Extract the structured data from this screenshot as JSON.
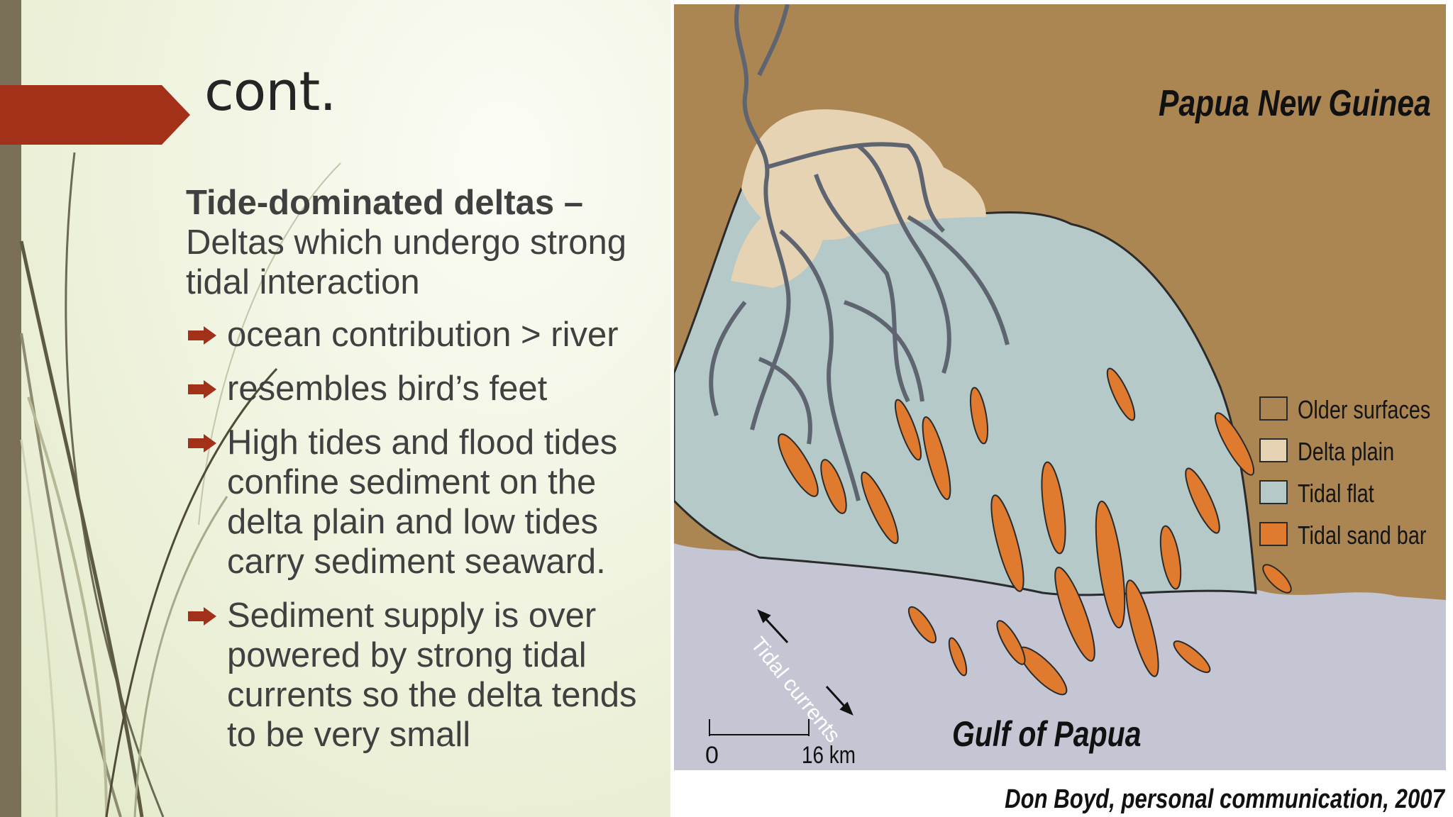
{
  "slide": {
    "title": "cont.",
    "intro": {
      "heading": "Tide-dominated deltas –",
      "text": "Deltas which undergo strong tidal interaction"
    },
    "bullets": [
      "ocean contribution > river",
      "resembles bird’s feet",
      "High tides and flood tides confine sediment on the delta plain and low tides carry sediment seaward.",
      "Sediment supply is over powered by strong tidal currents so the delta tends to be very small"
    ],
    "accent_color": "#a33018",
    "text_color": "#404040"
  },
  "map": {
    "region_label": "Papua New Guinea",
    "sea_label": "Gulf of Papua",
    "current_label": "Tidal currents",
    "scale": {
      "start": "0",
      "end": "16 km"
    },
    "legend": [
      {
        "label": "Older surfaces",
        "color": "#ab8653"
      },
      {
        "label": "Delta plain",
        "color": "#e6d3b3"
      },
      {
        "label": "Tidal flat",
        "color": "#b5c9c9"
      },
      {
        "label": "Tidal sand bar",
        "color": "#e07a2e"
      }
    ],
    "sea_color": "#c4c6d3",
    "credit": "Don Boyd, personal communication, 2007"
  }
}
